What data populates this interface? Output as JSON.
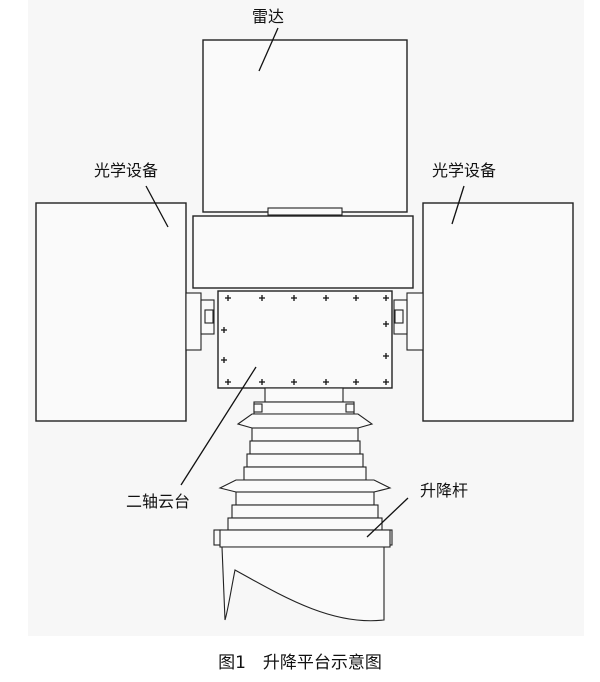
{
  "labels": {
    "radar": "雷达",
    "optical_left": "光学设备",
    "optical_right": "光学设备",
    "gimbal": "二轴云台",
    "mast": "升降杆"
  },
  "caption": "图1　升降平台示意图"
}
